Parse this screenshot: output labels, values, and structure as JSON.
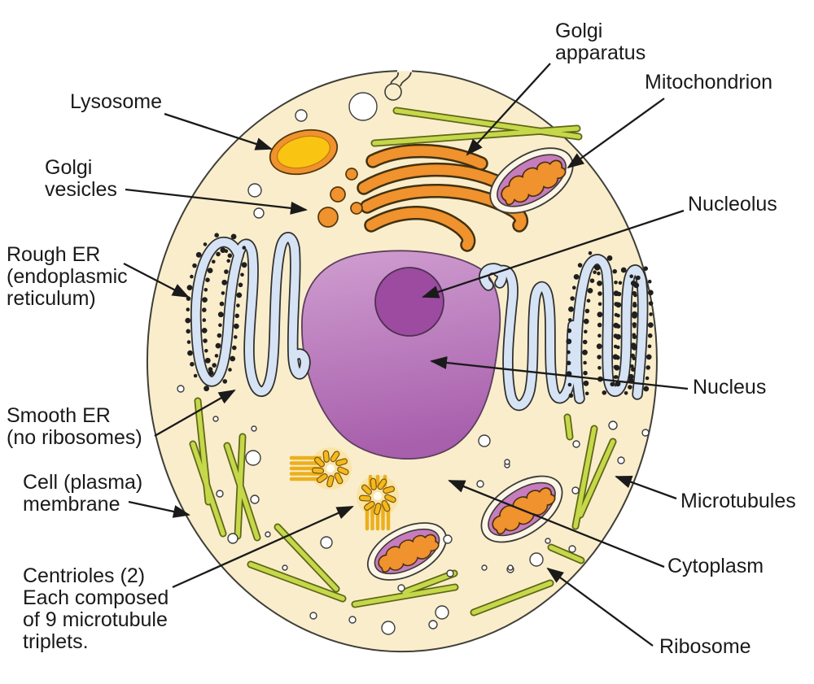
{
  "diagram": {
    "subject": "Animal cell anatomy diagram",
    "labels": {
      "lysosome": "Lysosome",
      "golgi_vesicles": "Golgi\nvesicles",
      "rough_er": "Rough ER\n(endoplasmic\nreticulum)",
      "smooth_er": "Smooth ER\n(no ribosomes)",
      "cell_membrane": "Cell (plasma)\nmembrane",
      "centrioles": "Centrioles (2)\nEach composed\nof 9 microtubule\ntriplets.",
      "golgi_apparatus": "Golgi\napparatus",
      "mitochondrion": "Mitochondrion",
      "nucleolus": "Nucleolus",
      "nucleus": "Nucleus",
      "microtubules": "Microtubules",
      "cytoplasm": "Cytoplasm",
      "ribosome": "Ribosome"
    },
    "colors": {
      "background": "#ffffff",
      "cytoplasm": "#faedcb",
      "membrane_outline": "#3f3f39",
      "nucleus_light": "#cf9ed0",
      "nucleus_dark": "#a85fac",
      "nucleolus": "#9c4ba1",
      "er_fill": "#d6e3f4",
      "organelle_orange": "#f0922d",
      "lysosome_core": "#f9c412",
      "mitochondrion_matrix": "#c77cbe",
      "microtubule_green": "#c5d84a",
      "centriole_gold": "#f5b91d",
      "ribosome_dot": "#1f1f1f",
      "label_text": "#1a1a1a",
      "arrow": "#1a1a1a"
    }
  }
}
